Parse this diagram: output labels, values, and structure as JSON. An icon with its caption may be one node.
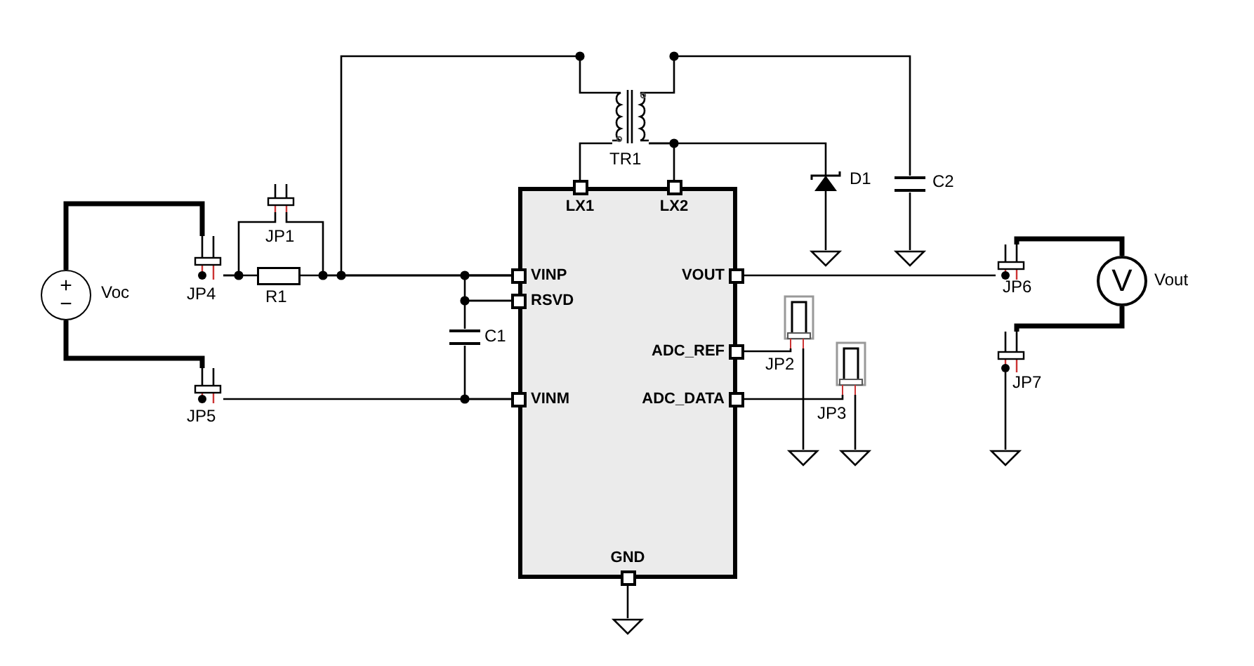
{
  "diagram": {
    "nodes": [
      {
        "text": [],
        "shape": "box"
      },
      {
        "text": [
          "LX1"
        ],
        "in": 0
      },
      {
        "text": [
          "LX2"
        ],
        "in": 0
      },
      {
        "text": [
          "VINP"
        ],
        "in": 0
      },
      {
        "text": [
          "RSVD"
        ],
        "in": 0
      },
      {
        "text": [
          "VINM"
        ],
        "in": 0
      },
      {
        "text": [
          "VOUT"
        ],
        "in": 0
      },
      {
        "text": [
          "ADC_REF"
        ],
        "in": 0
      },
      {
        "text": [
          "ADC_DATA"
        ],
        "in": 0
      },
      {
        "text": [
          "GND"
        ],
        "in": 0
      },
      {
        "text": [
          "+",
          "−"
        ],
        "beside": [
          "Voc"
        ]
      },
      {
        "text": [],
        "shape": "jumper",
        "beside": [
          "JP1"
        ]
      },
      {
        "text": [],
        "shape": "jumper",
        "beside": [
          "JP4"
        ]
      },
      {
        "text": [],
        "shape": "resistor",
        "beside": [
          "R1"
        ]
      },
      {
        "text": [],
        "shape": "jumper",
        "beside": [
          "JP5"
        ]
      },
      {
        "text": [],
        "shape": "capacitor",
        "beside": [
          "C1"
        ]
      },
      {
        "text": [],
        "shape": "transformer",
        "beside": [
          "TR1"
        ]
      },
      {
        "text": [],
        "shape": "diode",
        "beside": [
          "D1"
        ]
      },
      {
        "text": [],
        "shape": "capacitor",
        "beside": [
          "C2"
        ]
      },
      {
        "text": [],
        "shape": "jumper",
        "beside": [
          "JP2"
        ]
      },
      {
        "text": [],
        "shape": "jumper",
        "beside": [
          "JP3"
        ]
      },
      {
        "text": [],
        "shape": "jumper",
        "beside": [
          "JP6"
        ]
      },
      {
        "text": [
          "V"
        ],
        "beside": [
          "Vout"
        ]
      },
      {
        "text": [],
        "shape": "jumper",
        "beside": [
          "JP7"
        ]
      },
      {
        "text": [],
        "shape": "ground"
      },
      {
        "text": [],
        "shape": "ground"
      },
      {
        "text": [],
        "shape": "ground"
      },
      {
        "text": [],
        "shape": "ground"
      },
      {
        "text": [],
        "shape": "ground"
      },
      {
        "text": [],
        "shape": "ground"
      }
    ],
    "edges": [
      {
        "from": 10,
        "to": 12,
        "arrow": "none",
        "style": "thick"
      },
      {
        "from": 10,
        "to": 14,
        "arrow": "none",
        "style": "thick"
      },
      {
        "from": 12,
        "to": 13,
        "arrow": "none"
      },
      {
        "from": 12,
        "to": 11,
        "arrow": "none"
      },
      {
        "from": 13,
        "to": 3,
        "arrow": "none"
      },
      {
        "from": 11,
        "to": 3,
        "arrow": "none"
      },
      {
        "from": 3,
        "to": 16,
        "arrow": "none"
      },
      {
        "from": 16,
        "to": 18,
        "arrow": "none"
      },
      {
        "from": 16,
        "to": 1,
        "arrow": "none"
      },
      {
        "from": 16,
        "to": 2,
        "arrow": "none"
      },
      {
        "from": 16,
        "to": 17,
        "arrow": "none"
      },
      {
        "from": 3,
        "to": 4,
        "arrow": "none"
      },
      {
        "from": 4,
        "to": 15,
        "arrow": "none"
      },
      {
        "from": 15,
        "to": 5,
        "arrow": "none"
      },
      {
        "from": 14,
        "to": 5,
        "arrow": "none"
      },
      {
        "from": 17,
        "to": 24,
        "arrow": "none"
      },
      {
        "from": 18,
        "to": 25,
        "arrow": "none"
      },
      {
        "from": 6,
        "to": 21,
        "arrow": "none"
      },
      {
        "from": 21,
        "to": 22,
        "arrow": "none",
        "style": "thick"
      },
      {
        "from": 22,
        "to": 23,
        "arrow": "none",
        "style": "thick"
      },
      {
        "from": 23,
        "to": 28,
        "arrow": "none"
      },
      {
        "from": 7,
        "to": 19,
        "arrow": "none"
      },
      {
        "from": 19,
        "to": 26,
        "arrow": "none"
      },
      {
        "from": 8,
        "to": 20,
        "arrow": "none"
      },
      {
        "from": 20,
        "to": 27,
        "arrow": "none"
      },
      {
        "from": 9,
        "to": 29,
        "arrow": "none"
      }
    ]
  }
}
